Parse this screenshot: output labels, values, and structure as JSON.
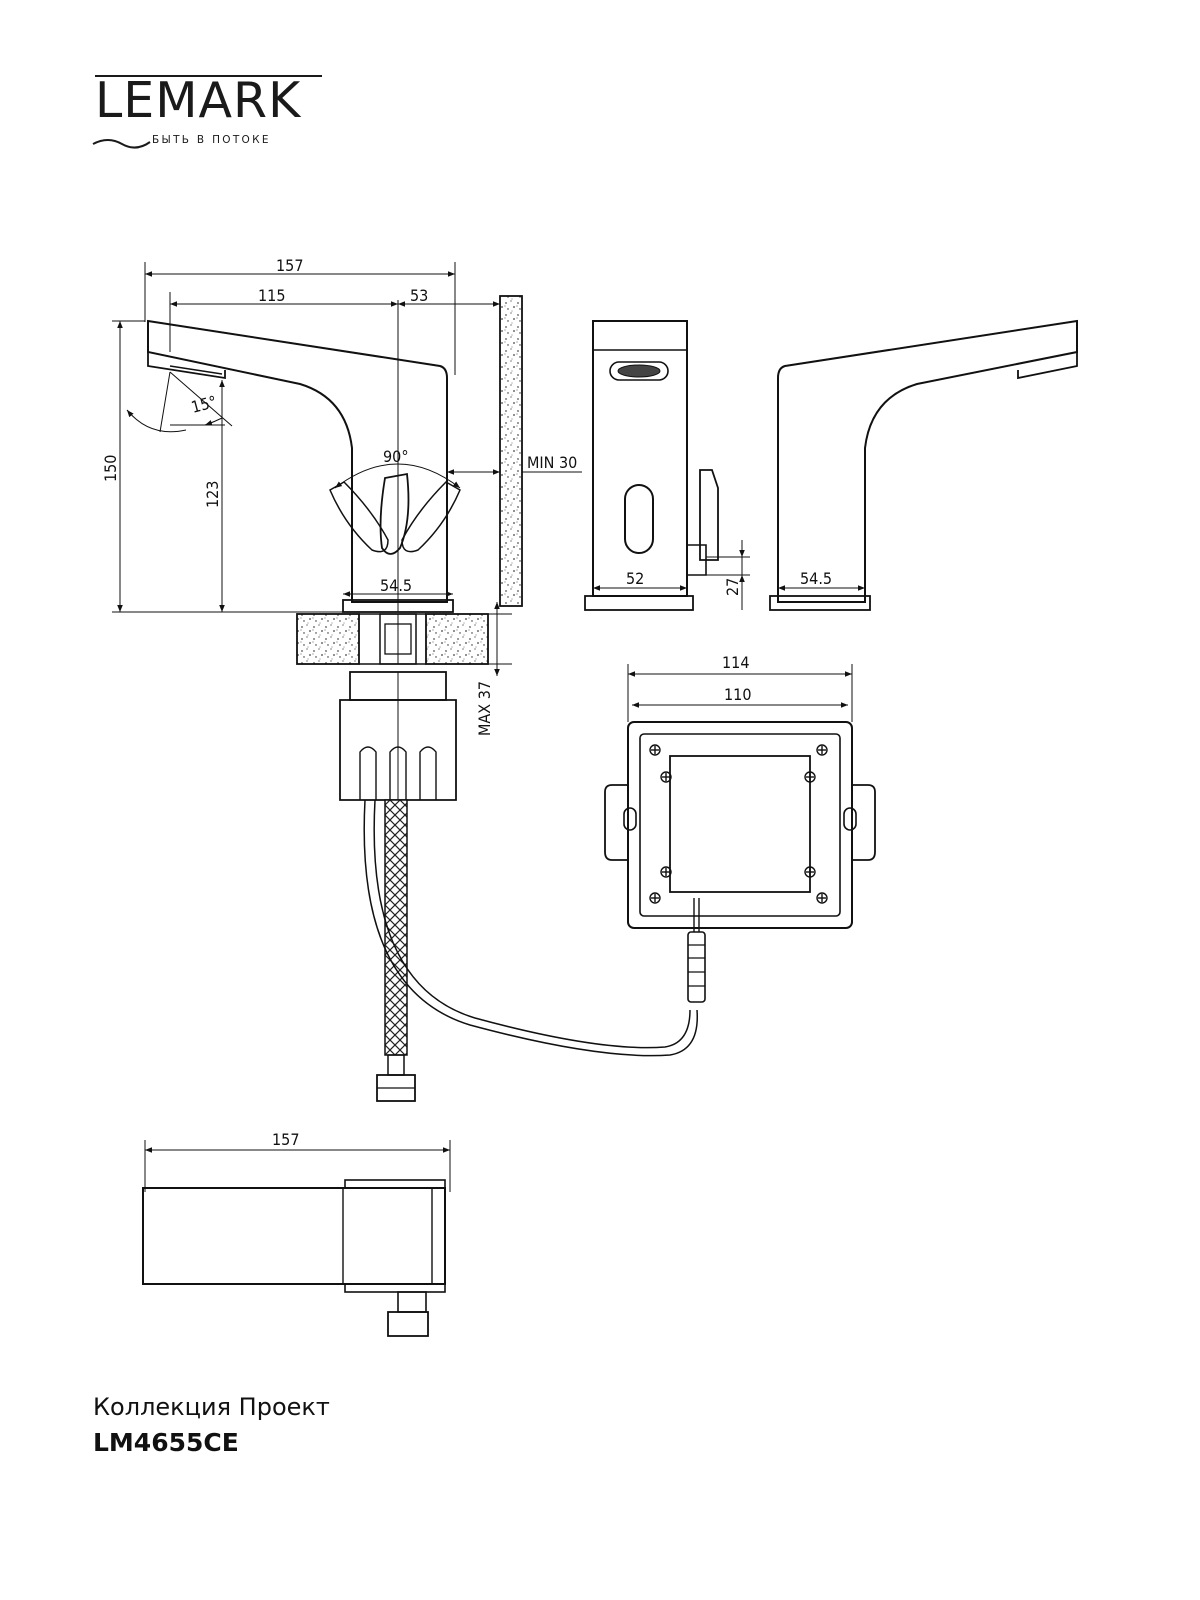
{
  "brand": {
    "name": "LEMARK",
    "tagline": "БЫТЬ В ПОТОКЕ"
  },
  "dimensions": {
    "top_total_width": "157",
    "spout_reach": "115",
    "axis_to_wall": "53",
    "spout_angle": "15°",
    "total_height": "150",
    "spout_height": "123",
    "lever_rotation": "90°",
    "wall_clearance": "MIN 30",
    "base_diameter_side": "54.5",
    "base_width_front": "52",
    "lever_height": "27",
    "base_diameter_right": "54.5",
    "max_counter_thickness": "MAX 37",
    "box_outer_width": "114",
    "box_inner_width": "110",
    "plan_total_width": "157"
  },
  "footer": {
    "collection": "Коллекция Проект",
    "model": "LM4655CE"
  }
}
